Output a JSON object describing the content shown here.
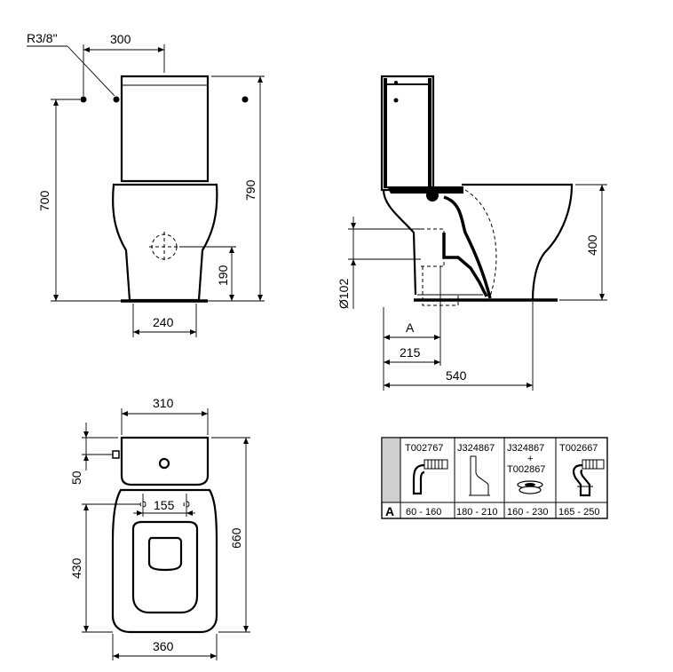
{
  "front_view": {
    "dim_thread": "R3/8\"",
    "dim_inlet_offset": "300",
    "dim_height_700": "700",
    "dim_height_790": "790",
    "dim_outlet_height": "190",
    "dim_base_width": "240"
  },
  "side_view": {
    "dim_pan_height": "400",
    "dim_outlet_diameter": "Ø102",
    "dim_a": "A",
    "dim_215": "215",
    "dim_depth": "540"
  },
  "top_view": {
    "dim_cistern_width": "310",
    "dim_cistern_depth": "50",
    "dim_fixing_spacing": "155",
    "dim_pan_length": "430",
    "dim_total_length": "660",
    "dim_pan_width": "360"
  },
  "connector_table": {
    "row_label": "A",
    "columns": [
      {
        "code": "T002767",
        "code2": "",
        "plus": "",
        "range": "60 - 160"
      },
      {
        "code": "J324867",
        "code2": "",
        "plus": "",
        "range": "180 - 210"
      },
      {
        "code": "J324867",
        "code2": "T002867",
        "plus": "+",
        "range": "160 - 230"
      },
      {
        "code": "T002667",
        "code2": "",
        "plus": "",
        "range": "165 - 250"
      }
    ]
  }
}
